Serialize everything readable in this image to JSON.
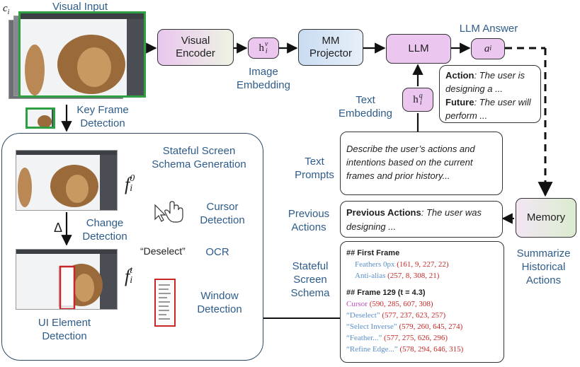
{
  "colors": {
    "accent_blue": "#2e5c8a",
    "red": "#c62828",
    "light_blue": "#5b8fc9",
    "magenta": "#c04fc0",
    "green": "#2ea043"
  },
  "top": {
    "ci": "c",
    "ci_sub": "i",
    "visual_input": "Visual Input",
    "visual_encoder": "Visual\nEncoder",
    "hv_base": "h",
    "hv_sub": "i",
    "hv_sup": "v",
    "image_embedding": "Image\nEmbedding",
    "mm_projector": "MM\nProjector",
    "llm": "LLM",
    "llm_answer": "LLM Answer",
    "ai_base": "a",
    "ai_sub": "i",
    "text_embedding": "Text\nEmbedding",
    "hq_base": "h",
    "hq_sub": "i",
    "hq_sup": "q",
    "key_frame_detection": "Key Frame\nDetection"
  },
  "answer": {
    "action_label": "Action",
    "action_text": ": The user is designing a ...",
    "future_label": "Future",
    "future_text": ": The user will perform ..."
  },
  "stateful": {
    "title": "Stateful Screen\nSchema Generation",
    "f0_base": "f",
    "f0_sub": "i",
    "f0_sup": "0",
    "ft_base": "f",
    "ft_sub": "i",
    "ft_sup": "t",
    "cursor_detection": "Cursor\nDetection",
    "delta": "Δ",
    "change_detection": "Change\nDetection",
    "deselect_quote": "“Deselect”",
    "ocr": "OCR",
    "window_detection": "Window\nDetection",
    "ui_element_detection": "UI Element\nDetection"
  },
  "right": {
    "text_prompts": "Text\nPrompts",
    "prompt_text": "Describe the user’s actions and intentions based on the current frames and prior history...",
    "previous_actions": "Previous\nActions",
    "prev_label": "Previous Actions",
    "prev_text": ": The user was designing ...",
    "memory": "Memory",
    "summarize": "Summarize\nHistorical\nActions",
    "stateful_screen_schema": "Stateful\nScreen\nSchema"
  },
  "schema": {
    "first_frame": "## First Frame",
    "lines1": [
      {
        "name": "Feathers 0px",
        "coords": "(161, 9, 227, 22)",
        "color": "light_blue"
      },
      {
        "name": "Anti-alias",
        "coords": "(257, 8, 308, 21)",
        "color": "light_blue"
      }
    ],
    "frame129": "## Frame 129 (t = 4.3)",
    "lines2": [
      {
        "name": "Cursor",
        "coords": "(590, 285, 607, 308)",
        "color": "magenta"
      },
      {
        "name": "“Deselect”",
        "coords": "(577, 237, 623, 257)",
        "color": "light_blue"
      },
      {
        "name": "“Select Inverse”",
        "coords": "(579, 260, 645, 274)",
        "color": "light_blue"
      },
      {
        "name": "“Feather...”",
        "coords": "(577, 275, 626, 296)",
        "color": "light_blue"
      },
      {
        "name": "“Refine Edge...”",
        "coords": "(578, 294, 646, 315)",
        "color": "light_blue"
      }
    ]
  }
}
